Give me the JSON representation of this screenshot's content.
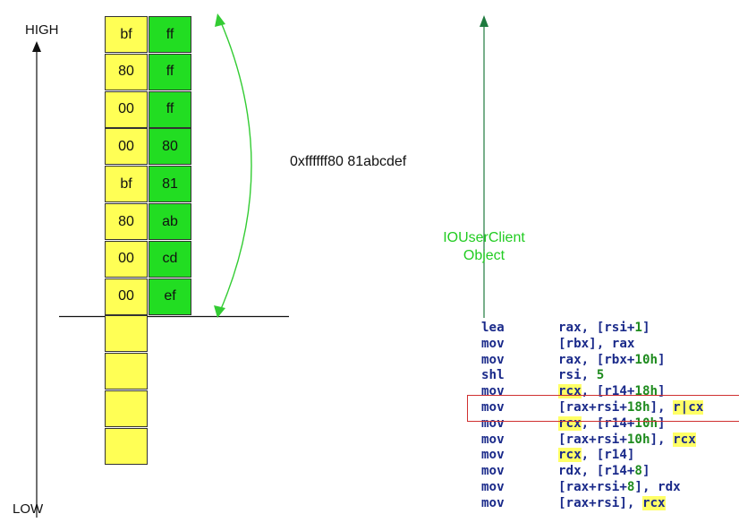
{
  "axis": {
    "high": "HIGH",
    "low": "LOW"
  },
  "stack": {
    "left": [
      "bf",
      "80",
      "00",
      "00",
      "bf",
      "80",
      "00",
      "00",
      "",
      "",
      "",
      ""
    ],
    "right": [
      "ff",
      "ff",
      "ff",
      "80",
      "81",
      "ab",
      "cd",
      "ef"
    ]
  },
  "address": "0xffffff80 81abcdef",
  "object_label": {
    "line1": "IOUserClient",
    "line2": "Object"
  },
  "colors": {
    "yellow": "#ffff55",
    "green": "#22dd22",
    "asm_text": "#1a2a8a",
    "asm_number": "#1e8b1e",
    "highlight_box": "#d03030"
  },
  "asm": [
    {
      "op": "lea",
      "parts": [
        {
          "t": "rax, [rsi+"
        },
        {
          "t": "1",
          "c": "num"
        },
        {
          "t": "]"
        }
      ]
    },
    {
      "op": "mov",
      "parts": [
        {
          "t": "[rbx], rax"
        }
      ]
    },
    {
      "op": "mov",
      "parts": [
        {
          "t": "rax, [rbx+"
        },
        {
          "t": "10h",
          "c": "num"
        },
        {
          "t": "]"
        }
      ]
    },
    {
      "op": "shl",
      "parts": [
        {
          "t": "rsi, "
        },
        {
          "t": "5",
          "c": "num"
        }
      ]
    },
    {
      "op": "mov",
      "parts": [
        {
          "t": "rcx",
          "c": "hl"
        },
        {
          "t": ", [r14+"
        },
        {
          "t": "18h",
          "c": "num"
        },
        {
          "t": "]"
        }
      ]
    },
    {
      "op": "mov",
      "parts": [
        {
          "t": "[rax+rsi+"
        },
        {
          "t": "18h",
          "c": "num"
        },
        {
          "t": "], "
        },
        {
          "t": "r|cx",
          "c": "hl"
        }
      ]
    },
    {
      "op": "mov",
      "parts": [
        {
          "t": "rcx",
          "c": "hl"
        },
        {
          "t": ", [r14+"
        },
        {
          "t": "10h",
          "c": "num"
        },
        {
          "t": "]"
        }
      ]
    },
    {
      "op": "mov",
      "parts": [
        {
          "t": "[rax+rsi+"
        },
        {
          "t": "10h",
          "c": "num"
        },
        {
          "t": "], "
        },
        {
          "t": "rcx",
          "c": "hl"
        }
      ]
    },
    {
      "op": "mov",
      "parts": [
        {
          "t": "rcx",
          "c": "hl"
        },
        {
          "t": ", [r14]"
        }
      ]
    },
    {
      "op": "mov",
      "parts": [
        {
          "t": "rdx, [r14+"
        },
        {
          "t": "8",
          "c": "num"
        },
        {
          "t": "]"
        }
      ]
    },
    {
      "op": "mov",
      "parts": [
        {
          "t": "[rax+rsi+"
        },
        {
          "t": "8",
          "c": "num"
        },
        {
          "t": "], rdx"
        }
      ]
    },
    {
      "op": "mov",
      "parts": [
        {
          "t": "[rax+rsi], "
        },
        {
          "t": "rcx",
          "c": "hl"
        }
      ]
    }
  ]
}
